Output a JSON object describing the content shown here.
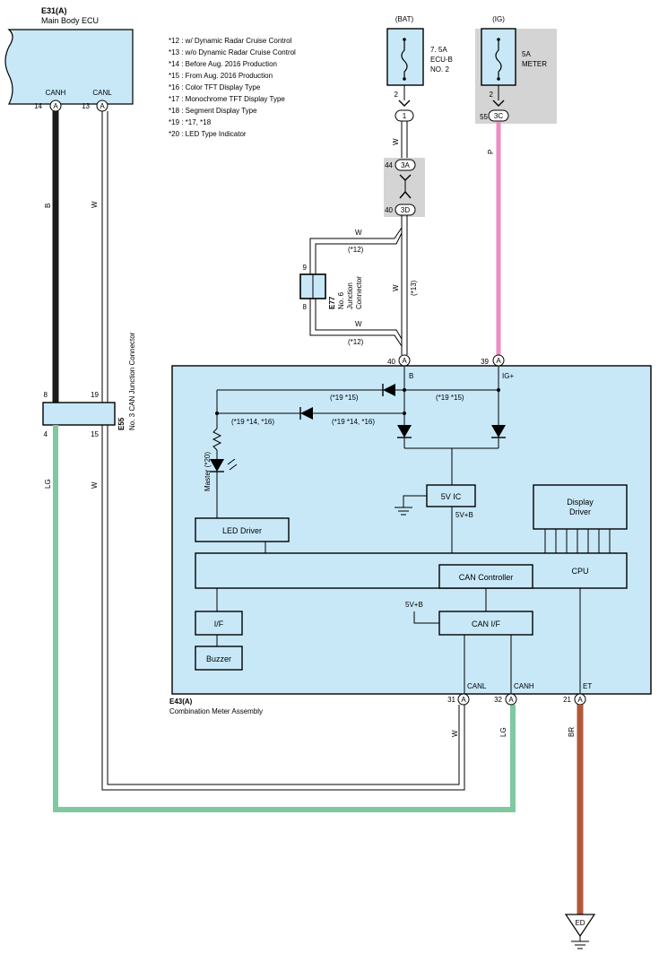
{
  "ecu": {
    "code": "E31(A)",
    "name": "Main Body ECU",
    "canh": "CANH",
    "canl": "CANL",
    "pin_canh": "14",
    "pin_canl": "13"
  },
  "notes": [
    "*12 : w/ Dynamic Radar Cruise Control",
    "*13 : w/o Dynamic Radar Cruise Control",
    "*14 : Before Aug.  2016 Production",
    "*15 : From Aug.  2016 Production",
    "*16 : Color TFT Display Type",
    "*17 : Monochrome TFT Display Type",
    "*18 : Segment Display Type",
    "*19 : *17,  *18",
    "*20 : LED Type Indicator"
  ],
  "bat": {
    "label": "(BAT)",
    "fuse_l1": "7. 5A",
    "fuse_l2": "ECU-B",
    "fuse_l3": "NO. 2",
    "pin": "2",
    "conn": "1"
  },
  "ig": {
    "label": "(IG)",
    "fuse_l1": "5A",
    "fuse_l2": "METER",
    "pin": "2",
    "pin_55": "55",
    "conn": "3C"
  },
  "jb": {
    "pin_44": "44",
    "conn_3a": "3A",
    "pin_40": "40",
    "conn_3d": "3D"
  },
  "e77": {
    "code": "E77",
    "l1": "No. 6",
    "l2": "Junction",
    "l3": "Connector",
    "pin9": "9",
    "pin8": "8",
    "w1": "W",
    "w2": "W",
    "n1": "(*12)",
    "n2": "(*12)",
    "n13": "(*13)"
  },
  "e55": {
    "code": "E55",
    "name": "No. 3 CAN Junction Connector",
    "p8": "8",
    "p19": "19",
    "p4": "4",
    "p15": "15"
  },
  "wires": {
    "b_ecu": "B",
    "w_ecu": "W",
    "lg_left": "LG",
    "w_left": "W",
    "w_bat": "W",
    "w_mid": "W",
    "p_ig": "P",
    "w_bot": "W",
    "lg_bot": "LG",
    "br_bot": "BR"
  },
  "meter": {
    "code": "E43(A)",
    "name": "Combination Meter Assembly",
    "pin40": "40",
    "pin39": "39",
    "pin31": "31",
    "pin32": "32",
    "pin21": "21",
    "conn_a": "A",
    "b": "B",
    "igp": "IG+",
    "n19_15a": "(*19 *15)",
    "n19_15b": "(*19 *15)",
    "n19_14a": "(*19 *14, *16)",
    "n19_14b": "(*19 *14, *16)",
    "master": "Master (*20)",
    "v5ic": "5V IC",
    "v5b": "5V+B",
    "v5b2": "5V+B",
    "display1": "Display",
    "display2": "Driver",
    "led_driver": "LED Driver",
    "can_controller": "CAN Controller",
    "cpu": "CPU",
    "can_if": "CAN I/F",
    "if": "I/F",
    "buzzer": "Buzzer",
    "canl": "CANL",
    "canh": "CANH",
    "et": "ET"
  },
  "ground": {
    "label": "ED"
  },
  "colors": {
    "box": "#c8e8f8",
    "black_wire": "#1a1a1a",
    "green_wire": "#80c8a0",
    "pink_wire": "#f08cc0",
    "brown_wire": "#b05838",
    "gray_shade": "#d4d4d4"
  }
}
